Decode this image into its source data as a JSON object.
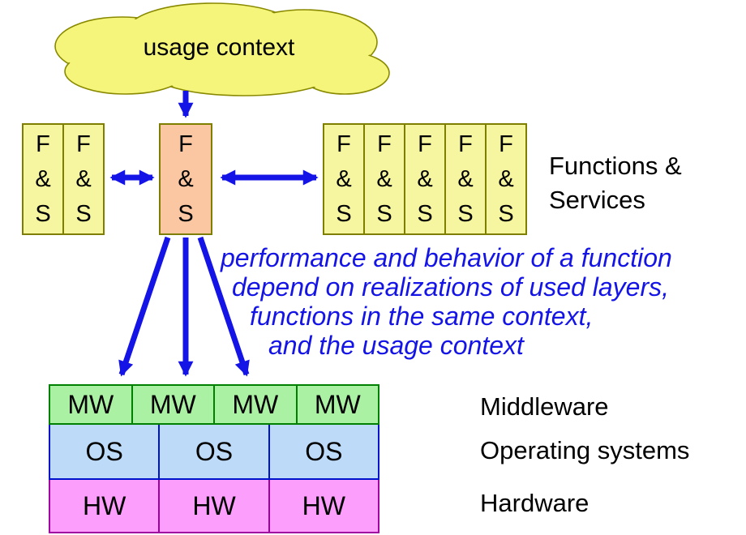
{
  "cloud": {
    "label": "usage context"
  },
  "fs": {
    "lines": [
      "F",
      "&",
      "S"
    ]
  },
  "annotation": {
    "lines": [
      "performance and behavior of a function",
      "depend on realizations of used layers,",
      "functions in the same context,",
      "and the usage context"
    ]
  },
  "layers": {
    "mw": [
      "MW",
      "MW",
      "MW",
      "MW"
    ],
    "os": [
      "OS",
      "OS",
      "OS"
    ],
    "hw": [
      "HW",
      "HW",
      "HW"
    ]
  },
  "labels": {
    "functions_services_line1": "Functions &",
    "functions_services_line2": "Services",
    "middleware": "Middleware",
    "operating_systems": "Operating systems",
    "hardware": "Hardware"
  },
  "colors": {
    "cloud_fill": "#F5F57B",
    "cloud_border": "#898900",
    "fs_yellow_fill": "#F6F6A0",
    "fs_border_olive": "#7E7E00",
    "fs_center_salmon": "#FBC7A3",
    "arrow_blue": "#1414E6",
    "annotation_blue": "#1414E6",
    "mw_fill": "#ABF1A3",
    "mw_border": "#008000",
    "os_fill": "#BDDAF8",
    "os_border": "#0013CC",
    "hw_fill": "#FC9EFB",
    "hw_border": "#A000A0"
  }
}
